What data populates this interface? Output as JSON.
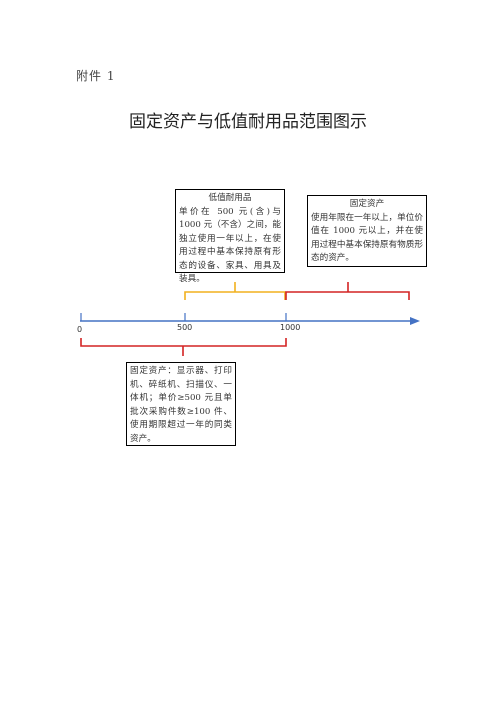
{
  "header": {
    "attachment_label": "附件 1"
  },
  "title": "固定资产与低值耐用品范围图示",
  "boxes": {
    "low_value": {
      "title": "低值耐用品",
      "body": "单价在 500 元(含)与 1000 元（不含）之间，能独立使用一年以上，在使用过程中基本保持原有形态的设备、家具、用具及装具。"
    },
    "fixed_high": {
      "title": "固定资产",
      "body": "使用年限在一年以上，单位价值在 1000 元以上，并在使用过程中基本保持原有物质形态的资产。"
    },
    "fixed_batch": {
      "body": "固定资产：显示器、打印机、碎纸机、扫描仪、一体机；单价≥500 元且单批次采购件数≥100 件、使用期限超过一年的同类资产。"
    }
  },
  "axis": {
    "ticks": [
      {
        "label": "0",
        "value": 0
      },
      {
        "label": "500",
        "value": 500
      },
      {
        "label": "1000",
        "value": 1000
      }
    ]
  },
  "colors": {
    "axis": "#4472C4",
    "low_value_brace": "#F2B01E",
    "fixed_brace": "#D42323"
  }
}
